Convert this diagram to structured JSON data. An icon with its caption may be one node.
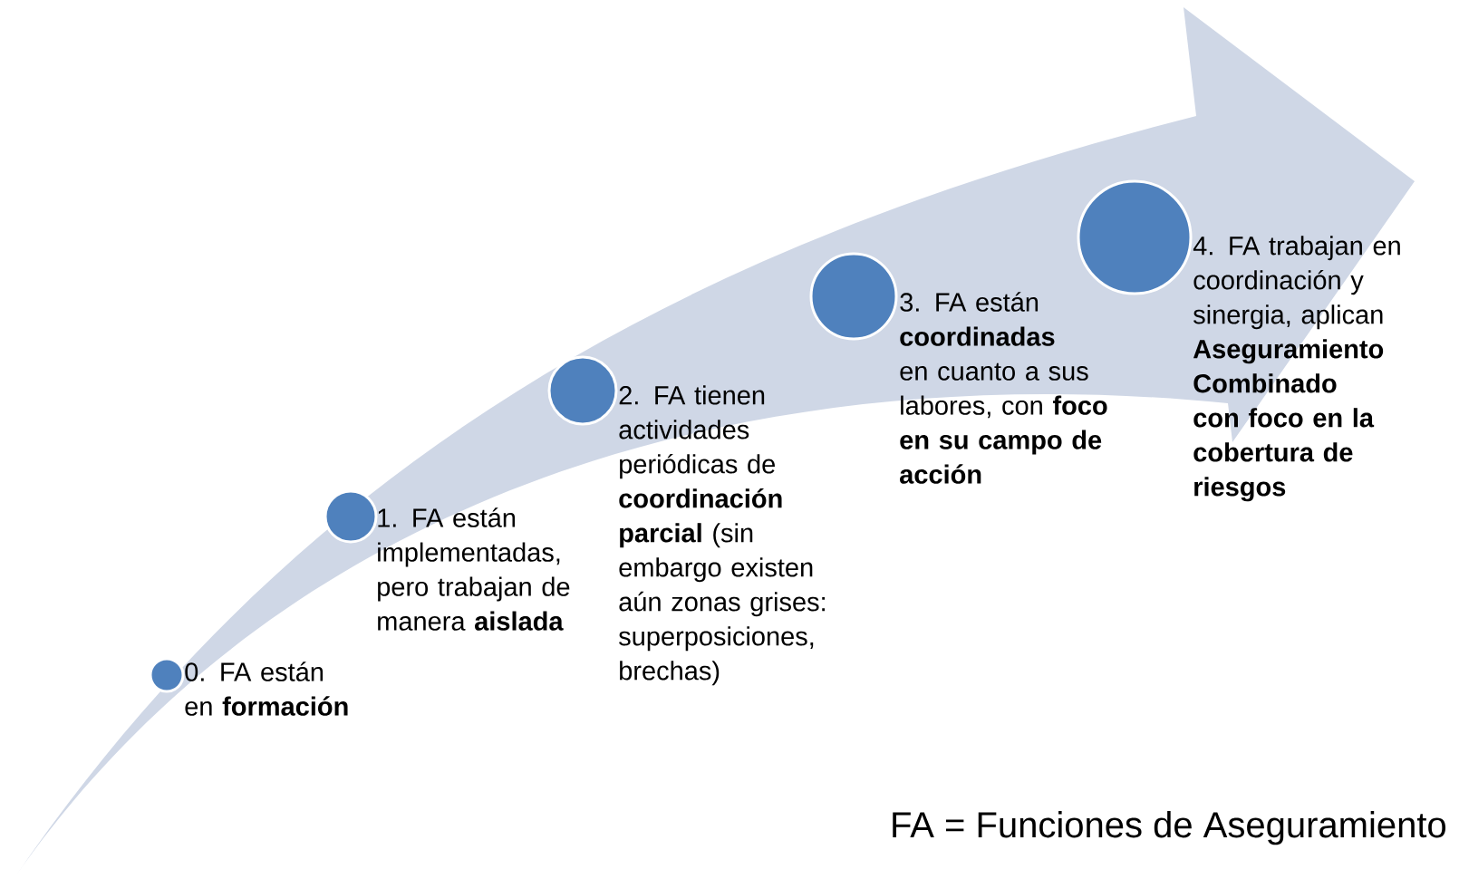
{
  "diagram": {
    "nodes": [
      {
        "text": [],
        "shape": "circle",
        "beside": [
          "0. FA están en **formación**"
        ]
      },
      {
        "text": [],
        "shape": "circle",
        "beside": [
          "1. FA están implementadas, pero trabajan de manera **aislada**"
        ]
      },
      {
        "text": [],
        "shape": "circle",
        "beside": [
          "2. FA tienen actividades periódicas de **coordinación parcial** (sin embargo existen aún zonas grises: superposiciones, brechas)"
        ]
      },
      {
        "text": [],
        "shape": "circle",
        "beside": [
          "3. FA están **coordinadas** en cuanto a sus labores, con **foco en su campo de acción**"
        ]
      },
      {
        "text": [],
        "shape": "circle",
        "beside": [
          "4. FA trabajan en coordinación y sinergia, aplican **Aseguramiento Combinado con foco en la cobertura de riesgos**"
        ]
      }
    ],
    "labels": [
      "FA = Funciones de Aseguramiento"
    ]
  }
}
